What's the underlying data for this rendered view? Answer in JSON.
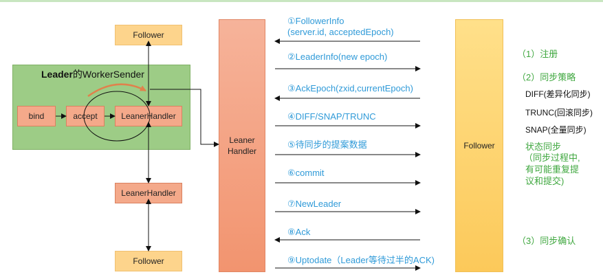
{
  "left": {
    "follower_top": "Follower",
    "panel_title_bold": "Leader",
    "panel_title_rest": "的WorkerSender",
    "bind": "bind",
    "accept": "accept",
    "leaner_handler": "LeanerHandler",
    "leaner_handler_2": "LeanerHandler",
    "follower_bottom": "Follower"
  },
  "center": {
    "leaner_line1": "Leaner",
    "leaner_line2": "Handler",
    "follower": "Follower"
  },
  "messages": [
    {
      "line1": "①FollowerInfo",
      "line2": "(server.id, acceptedEpoch)"
    },
    {
      "line1": "②LeaderInfo(new epoch)"
    },
    {
      "line1": "③AckEpoch(zxid,currentEpoch)"
    },
    {
      "line1": "④DIFF/SNAP/TRUNC"
    },
    {
      "line1": "⑤待同步的提案数据"
    },
    {
      "line1": "⑥commit"
    },
    {
      "line1": "⑦NewLeader"
    },
    {
      "line1": "⑧Ack"
    },
    {
      "line1": "⑨Uptodate（Leader等待过半的ACK)"
    }
  ],
  "notes": {
    "register": "（1）注册",
    "sync_strategy": "（2）同步策略",
    "diff": "DIFF(差异化同步)",
    "trunc": "TRUNC(回滚同步)",
    "snap": "SNAP(全量同步)",
    "state_sync": "状态同步",
    "state_detail_1": "（同步过程中,",
    "state_detail_2": "有可能重复提",
    "state_detail_3": "议和提交)",
    "confirm": "（3）同步确认"
  },
  "colors": {
    "message_text": "#2f9ad8",
    "note_text": "#3fa73f",
    "box_yellow": "#fdd48c",
    "box_orange": "#f4a98a",
    "panel_green": "#9dcc86",
    "curved_arrow": "#e0814c"
  }
}
